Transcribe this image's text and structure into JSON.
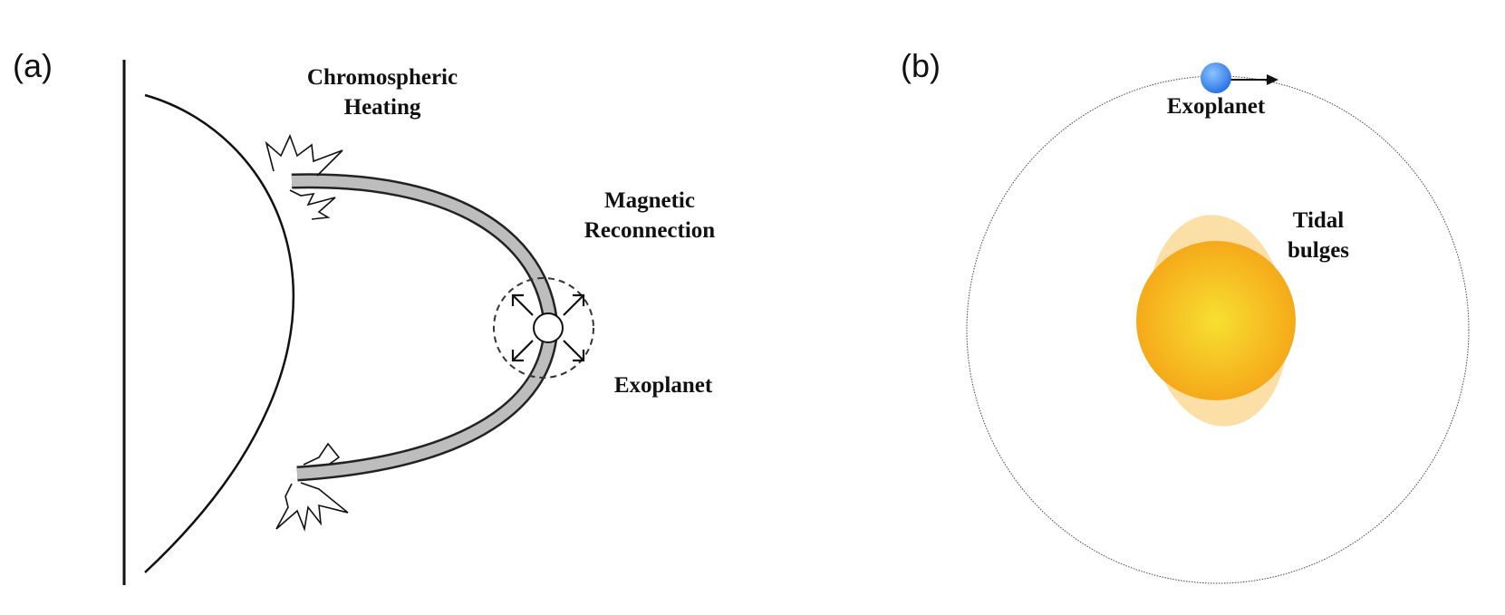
{
  "panel_a": {
    "tag": "(a)",
    "labels": {
      "heating_line1": "Chromospheric",
      "heating_line2": "Heating",
      "reconnection_line1": "Magnetic",
      "reconnection_line2": "Reconnection",
      "exoplanet": "Exoplanet"
    }
  },
  "panel_b": {
    "tag": "(b)",
    "labels": {
      "exoplanet": "Exoplanet",
      "tidal_line1": "Tidal",
      "tidal_line2": "bulges"
    }
  },
  "colors": {
    "flux_tube": "#bdbdbd",
    "star_core": "#f7e030",
    "star_edge": "#f5a418",
    "tidal_bulge": "#fbdfa6",
    "exoplanet_blue": "#3d8cf0"
  }
}
